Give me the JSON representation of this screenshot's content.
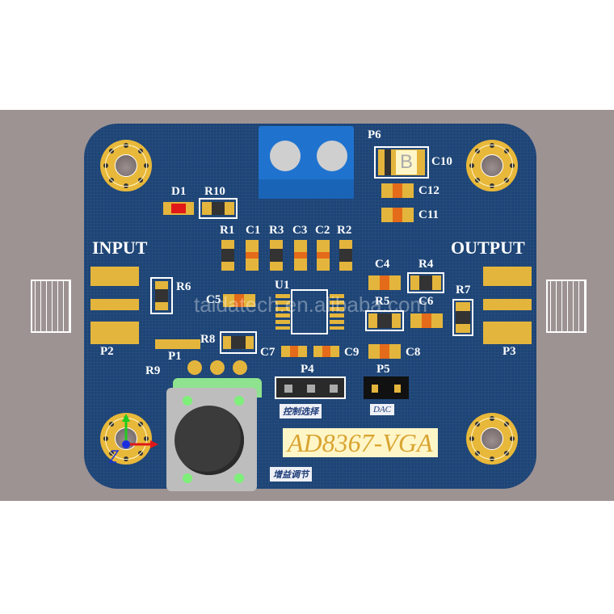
{
  "board": {
    "title": "AD8367-VGA",
    "watermark": "taidatech.en.alibaba.com",
    "colors": {
      "pcb": "#1d4476",
      "background": "#9e9393",
      "gold": "#e4b53c",
      "terminal": "#1f73cf",
      "silk": "#ffffff"
    },
    "labels": {
      "input": "INPUT",
      "output": "OUTPUT",
      "p1": "P1",
      "p2": "P2",
      "p3": "P3",
      "p4": "P4",
      "p5": "P5",
      "p6": "P6",
      "u1": "U1",
      "d1": "D1",
      "r1": "R1",
      "r2": "R2",
      "r3": "R3",
      "r4": "R4",
      "r5": "R5",
      "r6": "R6",
      "r7": "R7",
      "r8": "R8",
      "r9": "R9",
      "r10": "R10",
      "c1": "C1",
      "c2": "C2",
      "c3": "C3",
      "c4": "C4",
      "c5": "C5",
      "c6": "C6",
      "c7": "C7",
      "c8": "C8",
      "c9": "C9",
      "c10": "C10",
      "c11": "C11",
      "c12": "C12",
      "c10_mark": "B",
      "dac": "DAC",
      "control_select": "控制选择",
      "gain_adjust": "增益调节"
    }
  }
}
